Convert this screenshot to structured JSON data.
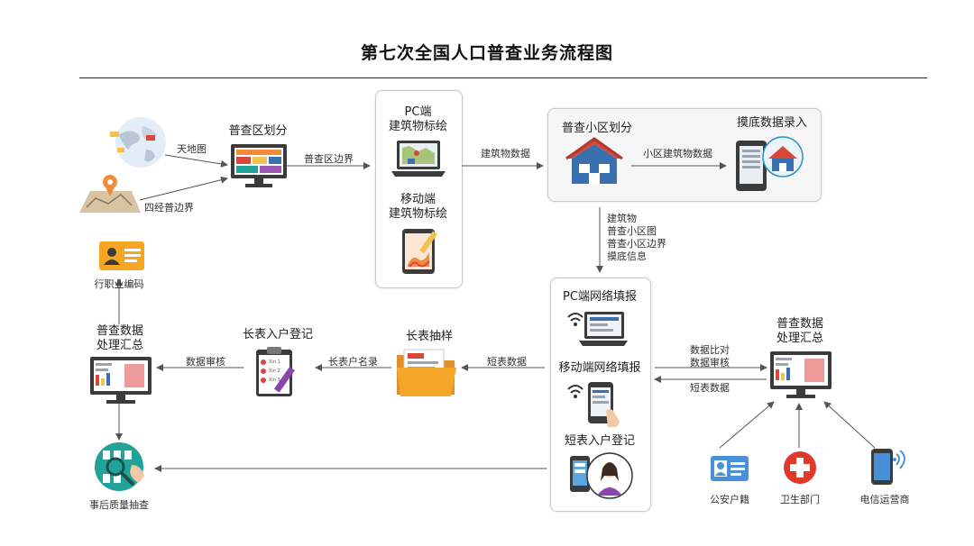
{
  "title": "第七次全国人口普查业务流程图",
  "nodes": {
    "tianditu": "天地图",
    "sijing": "四经普边界",
    "district_division": "普查区划分",
    "pc_title": "PC端",
    "pc_subtitle": "建筑物标绘",
    "mobile_title": "移动端",
    "mobile_subtitle": "建筑物标绘",
    "subarea_division": "普查小区划分",
    "baseline_entry": "摸底数据录入",
    "pc_web_fill": "PC端网络填报",
    "mobile_web_fill": "移动端网络填报",
    "short_form_reg": "短表入户登记",
    "process_right_l1": "普查数据",
    "process_right_l2": "处理汇总",
    "police": "公安户籍",
    "health": "卫生部门",
    "telecom": "电信运营商",
    "long_sample": "长表抽样",
    "long_form_reg": "长表入户登记",
    "process_left_l1": "普查数据",
    "process_left_l2": "处理汇总",
    "industry_code": "行职业编码",
    "quality_check": "事后质量抽查"
  },
  "edges": {
    "district_boundary": "普查区边界",
    "building_data": "建筑物数据",
    "subarea_building_data": "小区建筑物数据",
    "down_l1": "建筑物",
    "down_l2": "普查小区图",
    "down_l3": "普查小区边界",
    "down_l4": "摸底信息",
    "compare_l1": "数据比对",
    "compare_l2": "数据审核",
    "short_data_right": "短表数据",
    "short_data_left": "短表数据",
    "long_household_list": "长表户名录",
    "data_review": "数据审核"
  },
  "form_items": [
    "Xin 1",
    "Xin 2",
    "Xin 3"
  ],
  "colors": {
    "arrow": "#555555",
    "screen": "#3b3b3b",
    "house_roof": "#d9473a",
    "house_wall": "#3a6fb0",
    "folder": "#f3a62a",
    "card": "#f5a623",
    "globe": "#e3edf7",
    "teal": "#22a39a",
    "red_cross": "#e0392b",
    "phone_blue": "#4a90d9"
  }
}
